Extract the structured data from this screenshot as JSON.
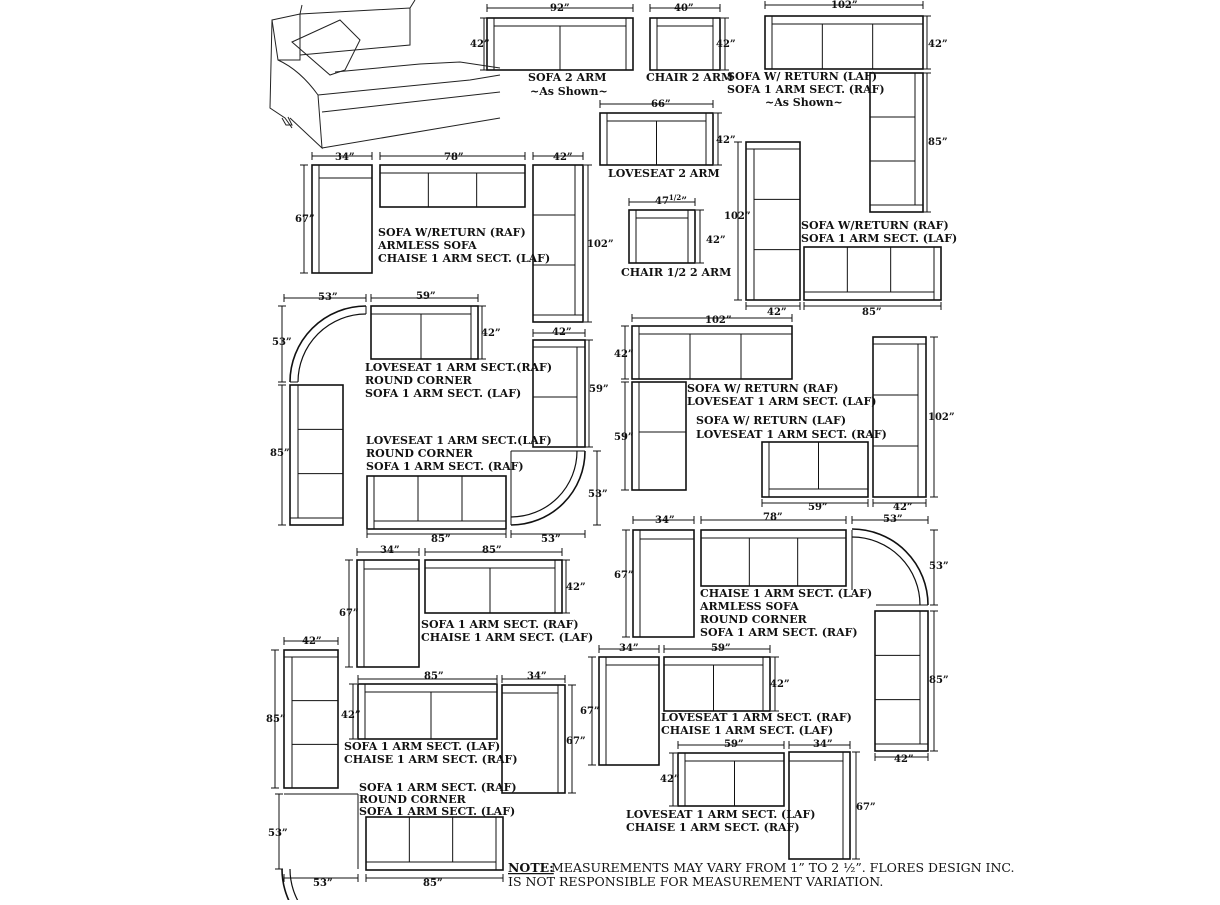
{
  "labels": {
    "sofa_2arm": "SOFA 2 ARM",
    "sofa_2arm_sub": "~As Shown~",
    "chair_2arm": "CHAIR 2 ARM",
    "sofa_ret_laf_1": "SOFA W/ RETURN (LAF)",
    "sofa_ret_laf_2": "SOFA 1 ARM SECT. (RAF)",
    "sofa_ret_laf_3": "~As Shown~",
    "loveseat_2arm": "LOVESEAT 2 ARM",
    "sofa_ret_raf_1": "SOFA W/RETURN (RAF)",
    "sofa_ret_raf_2": "ARMLESS SOFA",
    "sofa_ret_raf_3": "CHAISE 1 ARM SECT. (LAF)",
    "chair_half": "CHAIR 1/2  2 ARM",
    "sofa_ret_raf_b1": "SOFA W/RETURN (RAF)",
    "sofa_ret_raf_b2": "SOFA 1 ARM SECT. (LAF)",
    "ls_rc_1": "LOVESEAT 1 ARM SECT.(RAF)",
    "ls_rc_2": "ROUND CORNER",
    "ls_rc_3": "SOFA 1 ARM SECT. (LAF)",
    "ls_rc_b1": "LOVESEAT 1 ARM SECT.(LAF)",
    "ls_rc_b2": "ROUND CORNER",
    "ls_rc_b3": "SOFA 1 ARM SECT. (RAF)",
    "sofa_ret_ls_1": "SOFA W/ RETURN (RAF)",
    "sofa_ret_ls_2": "LOVESEAT  1 ARM SECT. (LAF)",
    "sofa_ret_ls_b1": "SOFA  W/ RETURN (LAF)",
    "sofa_ret_ls_b2": "LOVESEAT 1 ARM SECT. (RAF)",
    "sofa_chaise_1": "SOFA 1 ARM SECT. (RAF)",
    "sofa_chaise_2": "CHAISE 1 ARM SECT. (LAF)",
    "big_1": "CHAISE 1 ARM SECT. (LAF)",
    "big_2": "ARMLESS SOFA",
    "big_3": "ROUND CORNER",
    "big_4": "SOFA 1 ARM SECT. (RAF)",
    "sofa_chaise_b1": "SOFA 1 ARM SECT. (LAF)",
    "sofa_chaise_b2": "CHAISE 1 ARM SECT. (RAF)",
    "ls_chaise_1": "LOVESEAT 1 ARM SECT. (RAF)",
    "ls_chaise_2": "CHAISE 1 ARM SECT. (LAF)",
    "rc_group_1": "SOFA 1 ARM SECT. (RAF)",
    "rc_group_2": "ROUND CORNER",
    "rc_group_3": "SOFA 1 ARM SECT. (LAF)",
    "ls_chaise_b1": "LOVESEAT 1 ARM SECT. (LAF)",
    "ls_chaise_b2": "CHAISE 1 ARM SECT. (RAF)"
  },
  "dims": {
    "d92": "92”",
    "d40": "40”",
    "d102": "102”",
    "d42": "42”",
    "d85": "85”",
    "d66": "66”",
    "d34": "34”",
    "d78": "78”",
    "d67": "67”",
    "d47": "47",
    "d47sup": "1/2",
    "d53": "53”",
    "d59": "59”"
  },
  "note": {
    "prefix": "NOTE:",
    "line1": " MEASUREMENTS MAY VARY FROM 1” TO 2 ½”. FLORES DESIGN INC.",
    "line2": "IS NOT RESPONSIBLE FOR MEASUREMENT VARIATION."
  }
}
